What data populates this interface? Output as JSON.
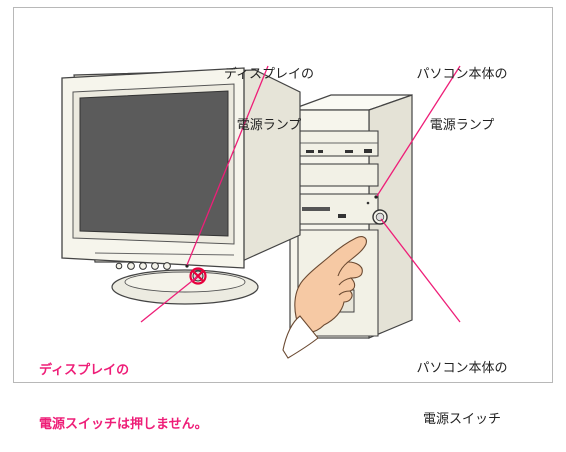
{
  "labels": {
    "display_lamp": {
      "line1": "ディスプレイの",
      "line2": "電源ランプ"
    },
    "pc_lamp": {
      "line1": "パソコン本体の",
      "line2": "電源ランプ"
    },
    "pc_switch": {
      "line1": "パソコン本体の",
      "line2": "電源スイッチ"
    },
    "warning": {
      "line1": "ディスプレイの",
      "line2": "電源スイッチは押しません。"
    }
  },
  "colors": {
    "leader_line": "#ee1e78",
    "prohibit_mark": "#e6003c",
    "skin": "#f6c9a4",
    "case_body": "#f4f3ea",
    "screen": "#5b5b5b"
  }
}
